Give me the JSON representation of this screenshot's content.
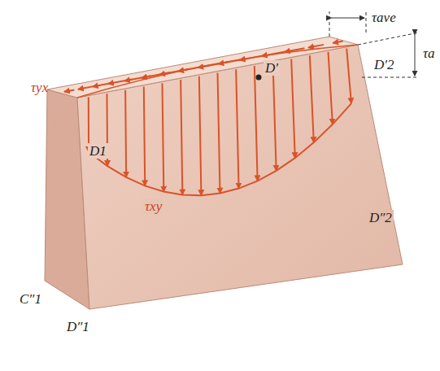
{
  "diagram": {
    "labels": [
      "τave",
      "τa",
      "τyx",
      "D′",
      "D1",
      "D′2",
      "τxy",
      "C″1",
      "D″1",
      "D″2"
    ]
  }
}
